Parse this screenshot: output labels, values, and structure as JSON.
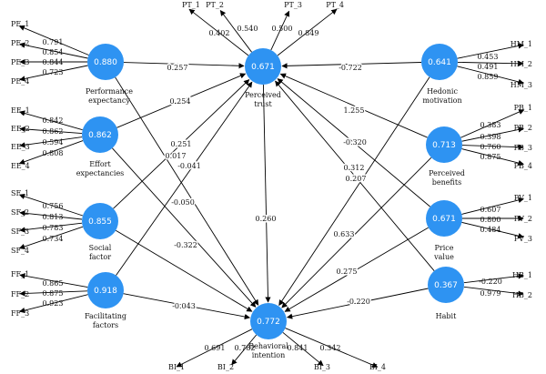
{
  "colors": {
    "node_fill": "#2E93F2",
    "arrow": "#000000"
  },
  "constructs": [
    {
      "id": "PE",
      "value": "0.880",
      "label": [
        "Performance",
        "expectancy"
      ]
    },
    {
      "id": "EE",
      "value": "0.862",
      "label": [
        "Effort",
        "expectancies"
      ]
    },
    {
      "id": "SF",
      "value": "0.855",
      "label": [
        "Social",
        "factor"
      ]
    },
    {
      "id": "FF",
      "value": "0.918",
      "label": [
        "Facilitating",
        "factors"
      ]
    },
    {
      "id": "PTR",
      "value": "0.671",
      "label": [
        "Perceived",
        "trust"
      ]
    },
    {
      "id": "BI",
      "value": "0.772",
      "label": [
        "Behavioral",
        "intention"
      ]
    },
    {
      "id": "HM",
      "value": "0.641",
      "label": [
        "Hedonic",
        "motivation"
      ]
    },
    {
      "id": "PB",
      "value": "0.713",
      "label": [
        "Perceived",
        "benefits"
      ]
    },
    {
      "id": "PV",
      "value": "0.671",
      "label": [
        "Price",
        "value"
      ]
    },
    {
      "id": "HB",
      "value": "0.367",
      "label": [
        "Habit"
      ]
    }
  ],
  "indicators": [
    {
      "construct": "PE",
      "label": "PE_1",
      "loading": "0.791"
    },
    {
      "construct": "PE",
      "label": "PE_2",
      "loading": "0.854"
    },
    {
      "construct": "PE",
      "label": "PE_3",
      "loading": "0.844"
    },
    {
      "construct": "PE",
      "label": "PE_4",
      "loading": "0.723"
    },
    {
      "construct": "EE",
      "label": "EE_1",
      "loading": "0.842"
    },
    {
      "construct": "EE",
      "label": "EE_2",
      "loading": "0.862"
    },
    {
      "construct": "EE",
      "label": "EE_3",
      "loading": "0.594"
    },
    {
      "construct": "EE",
      "label": "EE_4",
      "loading": "0.808"
    },
    {
      "construct": "SF",
      "label": "SF_1",
      "loading": "0.756"
    },
    {
      "construct": "SF",
      "label": "SF_2",
      "loading": "0.813"
    },
    {
      "construct": "SF",
      "label": "SF_3",
      "loading": "0.783"
    },
    {
      "construct": "SF",
      "label": "SF_4",
      "loading": "0.734"
    },
    {
      "construct": "FF",
      "label": "FF_1",
      "loading": "0.865"
    },
    {
      "construct": "FF",
      "label": "FF_2",
      "loading": "0.875"
    },
    {
      "construct": "FF",
      "label": "FF_3",
      "loading": "0.923"
    },
    {
      "construct": "PTR",
      "label": "PT_1",
      "loading": "0.402"
    },
    {
      "construct": "PTR",
      "label": "PT_2",
      "loading": "0.540"
    },
    {
      "construct": "PTR",
      "label": "PT_3",
      "loading": "0.500"
    },
    {
      "construct": "PTR",
      "label": "PT_4",
      "loading": "0.849"
    },
    {
      "construct": "HM",
      "label": "HM_1",
      "loading": "0.453"
    },
    {
      "construct": "HM",
      "label": "HM_2",
      "loading": "0.491"
    },
    {
      "construct": "HM",
      "label": "HM_3",
      "loading": "0.859"
    },
    {
      "construct": "PB",
      "label": "PB_1",
      "loading": "0.383"
    },
    {
      "construct": "PB",
      "label": "PB_2",
      "loading": "0.398"
    },
    {
      "construct": "PB",
      "label": "PB_3",
      "loading": "0.760"
    },
    {
      "construct": "PB",
      "label": "PB_4",
      "loading": "0.875"
    },
    {
      "construct": "PV",
      "label": "PV_1",
      "loading": "0.607"
    },
    {
      "construct": "PV",
      "label": "PV_2",
      "loading": "0.800"
    },
    {
      "construct": "PV",
      "label": "PV_3",
      "loading": "0.484"
    },
    {
      "construct": "HB",
      "label": "HB_1",
      "loading": "-0.220"
    },
    {
      "construct": "HB",
      "label": "HB_2",
      "loading": "0.979"
    },
    {
      "construct": "BI",
      "label": "BI_1",
      "loading": "0.691"
    },
    {
      "construct": "BI",
      "label": "BI_2",
      "loading": "0.782"
    },
    {
      "construct": "BI",
      "label": "BI_3",
      "loading": "0.841"
    },
    {
      "construct": "BI",
      "label": "BI_4",
      "loading": "0.342"
    }
  ],
  "paths": [
    {
      "from": "PE",
      "to": "PTR",
      "coef": "0.257"
    },
    {
      "from": "EE",
      "to": "PTR",
      "coef": "0.254"
    },
    {
      "from": "SF",
      "to": "PTR",
      "coef": "0.251"
    },
    {
      "from": "FF",
      "to": "PTR",
      "coef": "0.017"
    },
    {
      "from": "HM",
      "to": "PTR",
      "coef": "-0.722"
    },
    {
      "from": "PB",
      "to": "PTR",
      "coef": "1.255"
    },
    {
      "from": "PV",
      "to": "PTR",
      "coef": "-0.320"
    },
    {
      "from": "HB",
      "to": "PTR",
      "coef": "0.312"
    },
    {
      "from": "PTR",
      "to": "BI",
      "coef": "0.260"
    },
    {
      "from": "PE",
      "to": "BI",
      "coef": "-0.041"
    },
    {
      "from": "EE",
      "to": "BI",
      "coef": "-0.050"
    },
    {
      "from": "SF",
      "to": "BI",
      "coef": "-0.322"
    },
    {
      "from": "FF",
      "to": "BI",
      "coef": "-0.043"
    },
    {
      "from": "HM",
      "to": "BI",
      "coef": "0.207"
    },
    {
      "from": "PB",
      "to": "BI",
      "coef": "0.633"
    },
    {
      "from": "PV",
      "to": "BI",
      "coef": "0.275"
    },
    {
      "from": "HB",
      "to": "BI",
      "coef": "-0.220"
    }
  ]
}
